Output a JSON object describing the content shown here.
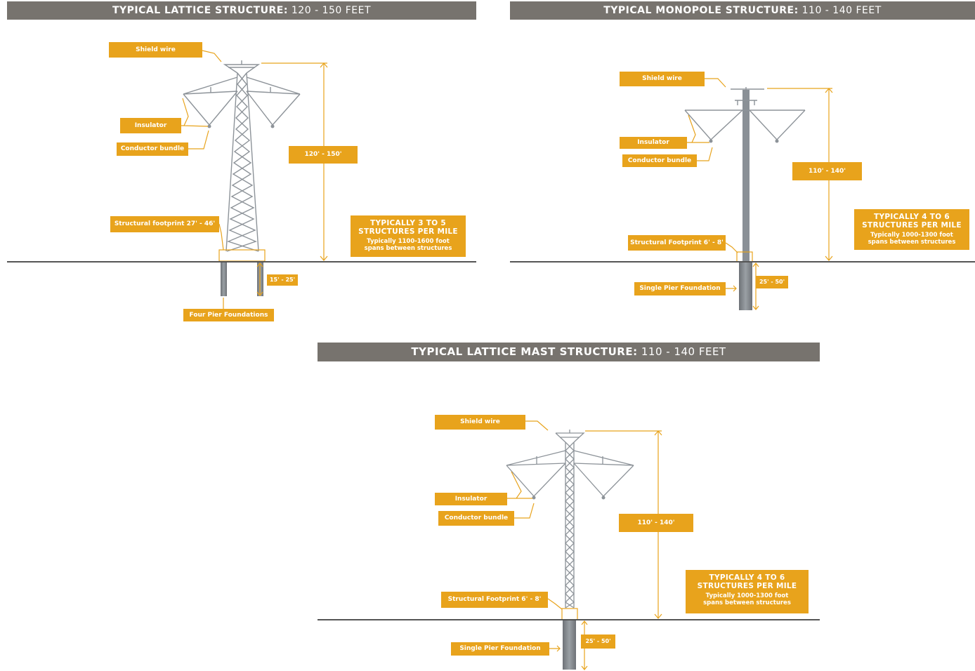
{
  "panels": {
    "lattice": {
      "title_bold": "TYPICAL LATTICE STRUCTURE:",
      "title_range": "120 - 150 FEET",
      "labels": {
        "shield_wire": "Shield wire",
        "insulator": "Insulator",
        "conductor_bundle": "Conductor bundle",
        "footprint": "Structural footprint 27' - 46'",
        "foundation": "Four Pier Foundations"
      },
      "height_dim": "120' - 150'",
      "depth_dim": "15' - 25'",
      "info": {
        "line1": "TYPICALLY 3 TO 5",
        "line2": "STRUCTURES PER MILE",
        "line3": "Typically 1100-1600 foot",
        "line4": "spans between structures"
      }
    },
    "monopole": {
      "title_bold": "TYPICAL MONOPOLE STRUCTURE:",
      "title_range": "110 - 140 FEET",
      "labels": {
        "shield_wire": "Shield wire",
        "insulator": "Insulator",
        "conductor_bundle": "Conductor bundle",
        "footprint": "Structural Footprint 6' - 8'",
        "foundation": "Single Pier Foundation"
      },
      "height_dim": "110' - 140'",
      "depth_dim": "25' - 50'",
      "info": {
        "line1": "TYPICALLY 4 TO 6",
        "line2": "STRUCTURES PER MILE",
        "line3": "Typically 1000-1300 foot",
        "line4": "spans between structures"
      }
    },
    "mast": {
      "title_bold": "TYPICAL LATTICE MAST STRUCTURE:",
      "title_range": "110 - 140 FEET",
      "labels": {
        "shield_wire": "Shield wire",
        "insulator": "Insulator",
        "conductor_bundle": "Conductor bundle",
        "footprint": "Structural Footprint 6' - 8'",
        "foundation": "Single Pier Foundation"
      },
      "height_dim": "110' - 140'",
      "depth_dim": "25' - 50'",
      "info": {
        "line1": "TYPICALLY 4 TO 6",
        "line2": "STRUCTURES PER MILE",
        "line3": "Typically 1000-1300 foot",
        "line4": "spans between structures"
      }
    }
  },
  "colors": {
    "header_bg": "#77736e",
    "accent": "#e8a31c",
    "structure": "#8d9399",
    "ground": "#555555"
  }
}
